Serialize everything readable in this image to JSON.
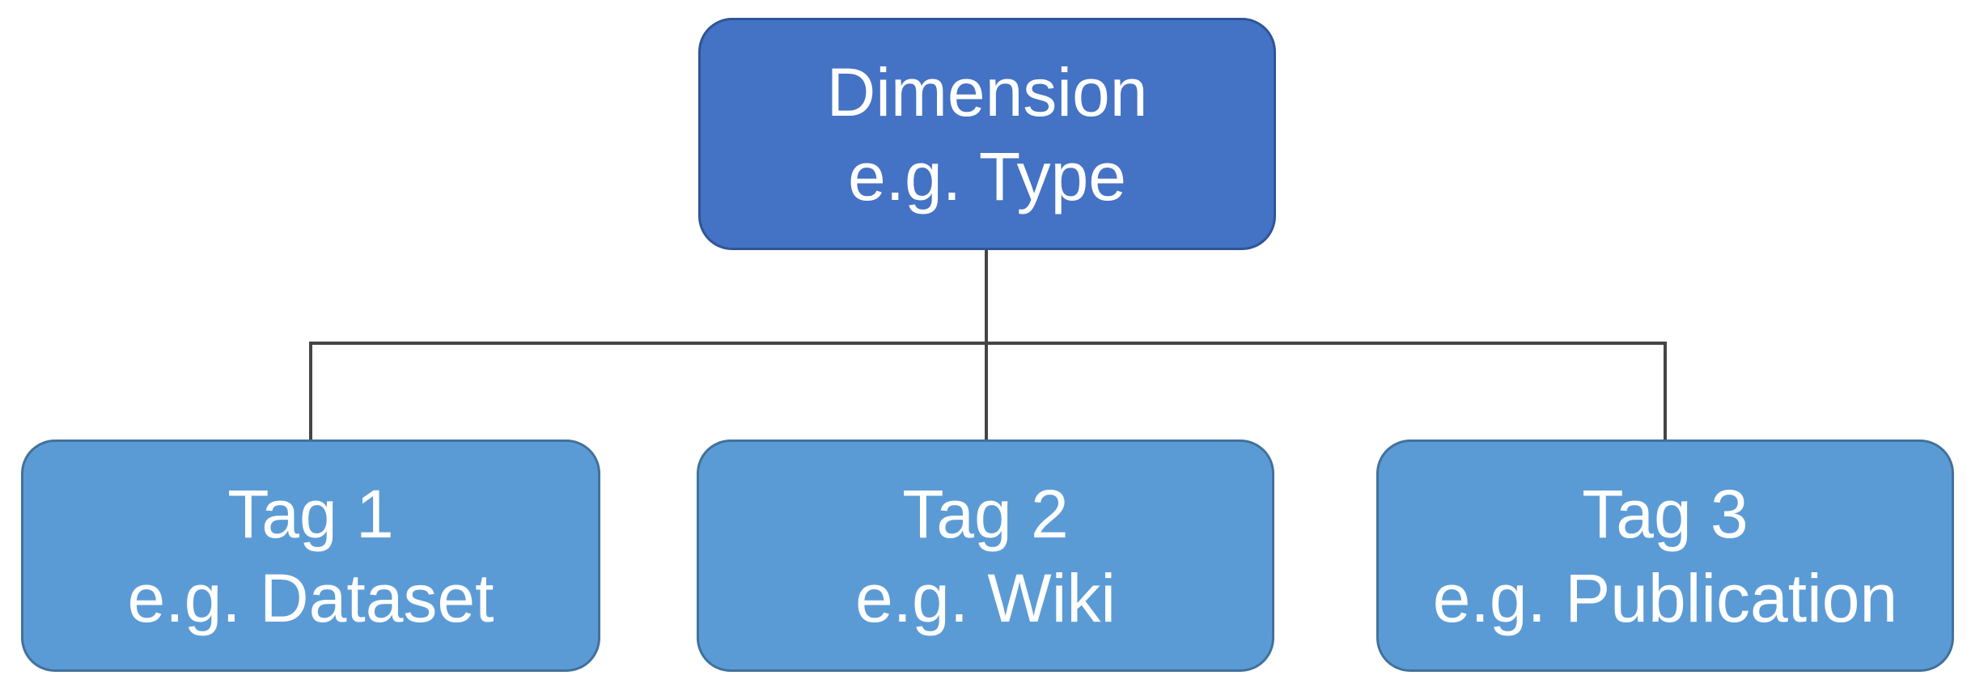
{
  "colors": {
    "background": "#FFFFFF",
    "root_fill": "#4472C4",
    "root_border": "#2F5597",
    "child_fill": "#5B9BD5",
    "child_border": "#41719C",
    "connector": "#454545",
    "text": "#FFFFFF"
  },
  "nodes": {
    "root": {
      "line1": "Dimension",
      "line2": "e.g. Type"
    },
    "children": [
      {
        "line1": "Tag 1",
        "line2": "e.g. Dataset"
      },
      {
        "line1": "Tag 2",
        "line2": "e.g. Wiki"
      },
      {
        "line1": "Tag 3",
        "line2": "e.g. Publication"
      }
    ]
  },
  "edges": [
    {
      "from": "Dimension e.g. Type",
      "to": "Tag 1 e.g. Dataset"
    },
    {
      "from": "Dimension e.g. Type",
      "to": "Tag 2 e.g. Wiki"
    },
    {
      "from": "Dimension e.g. Type",
      "to": "Tag 3 e.g. Publication"
    }
  ]
}
